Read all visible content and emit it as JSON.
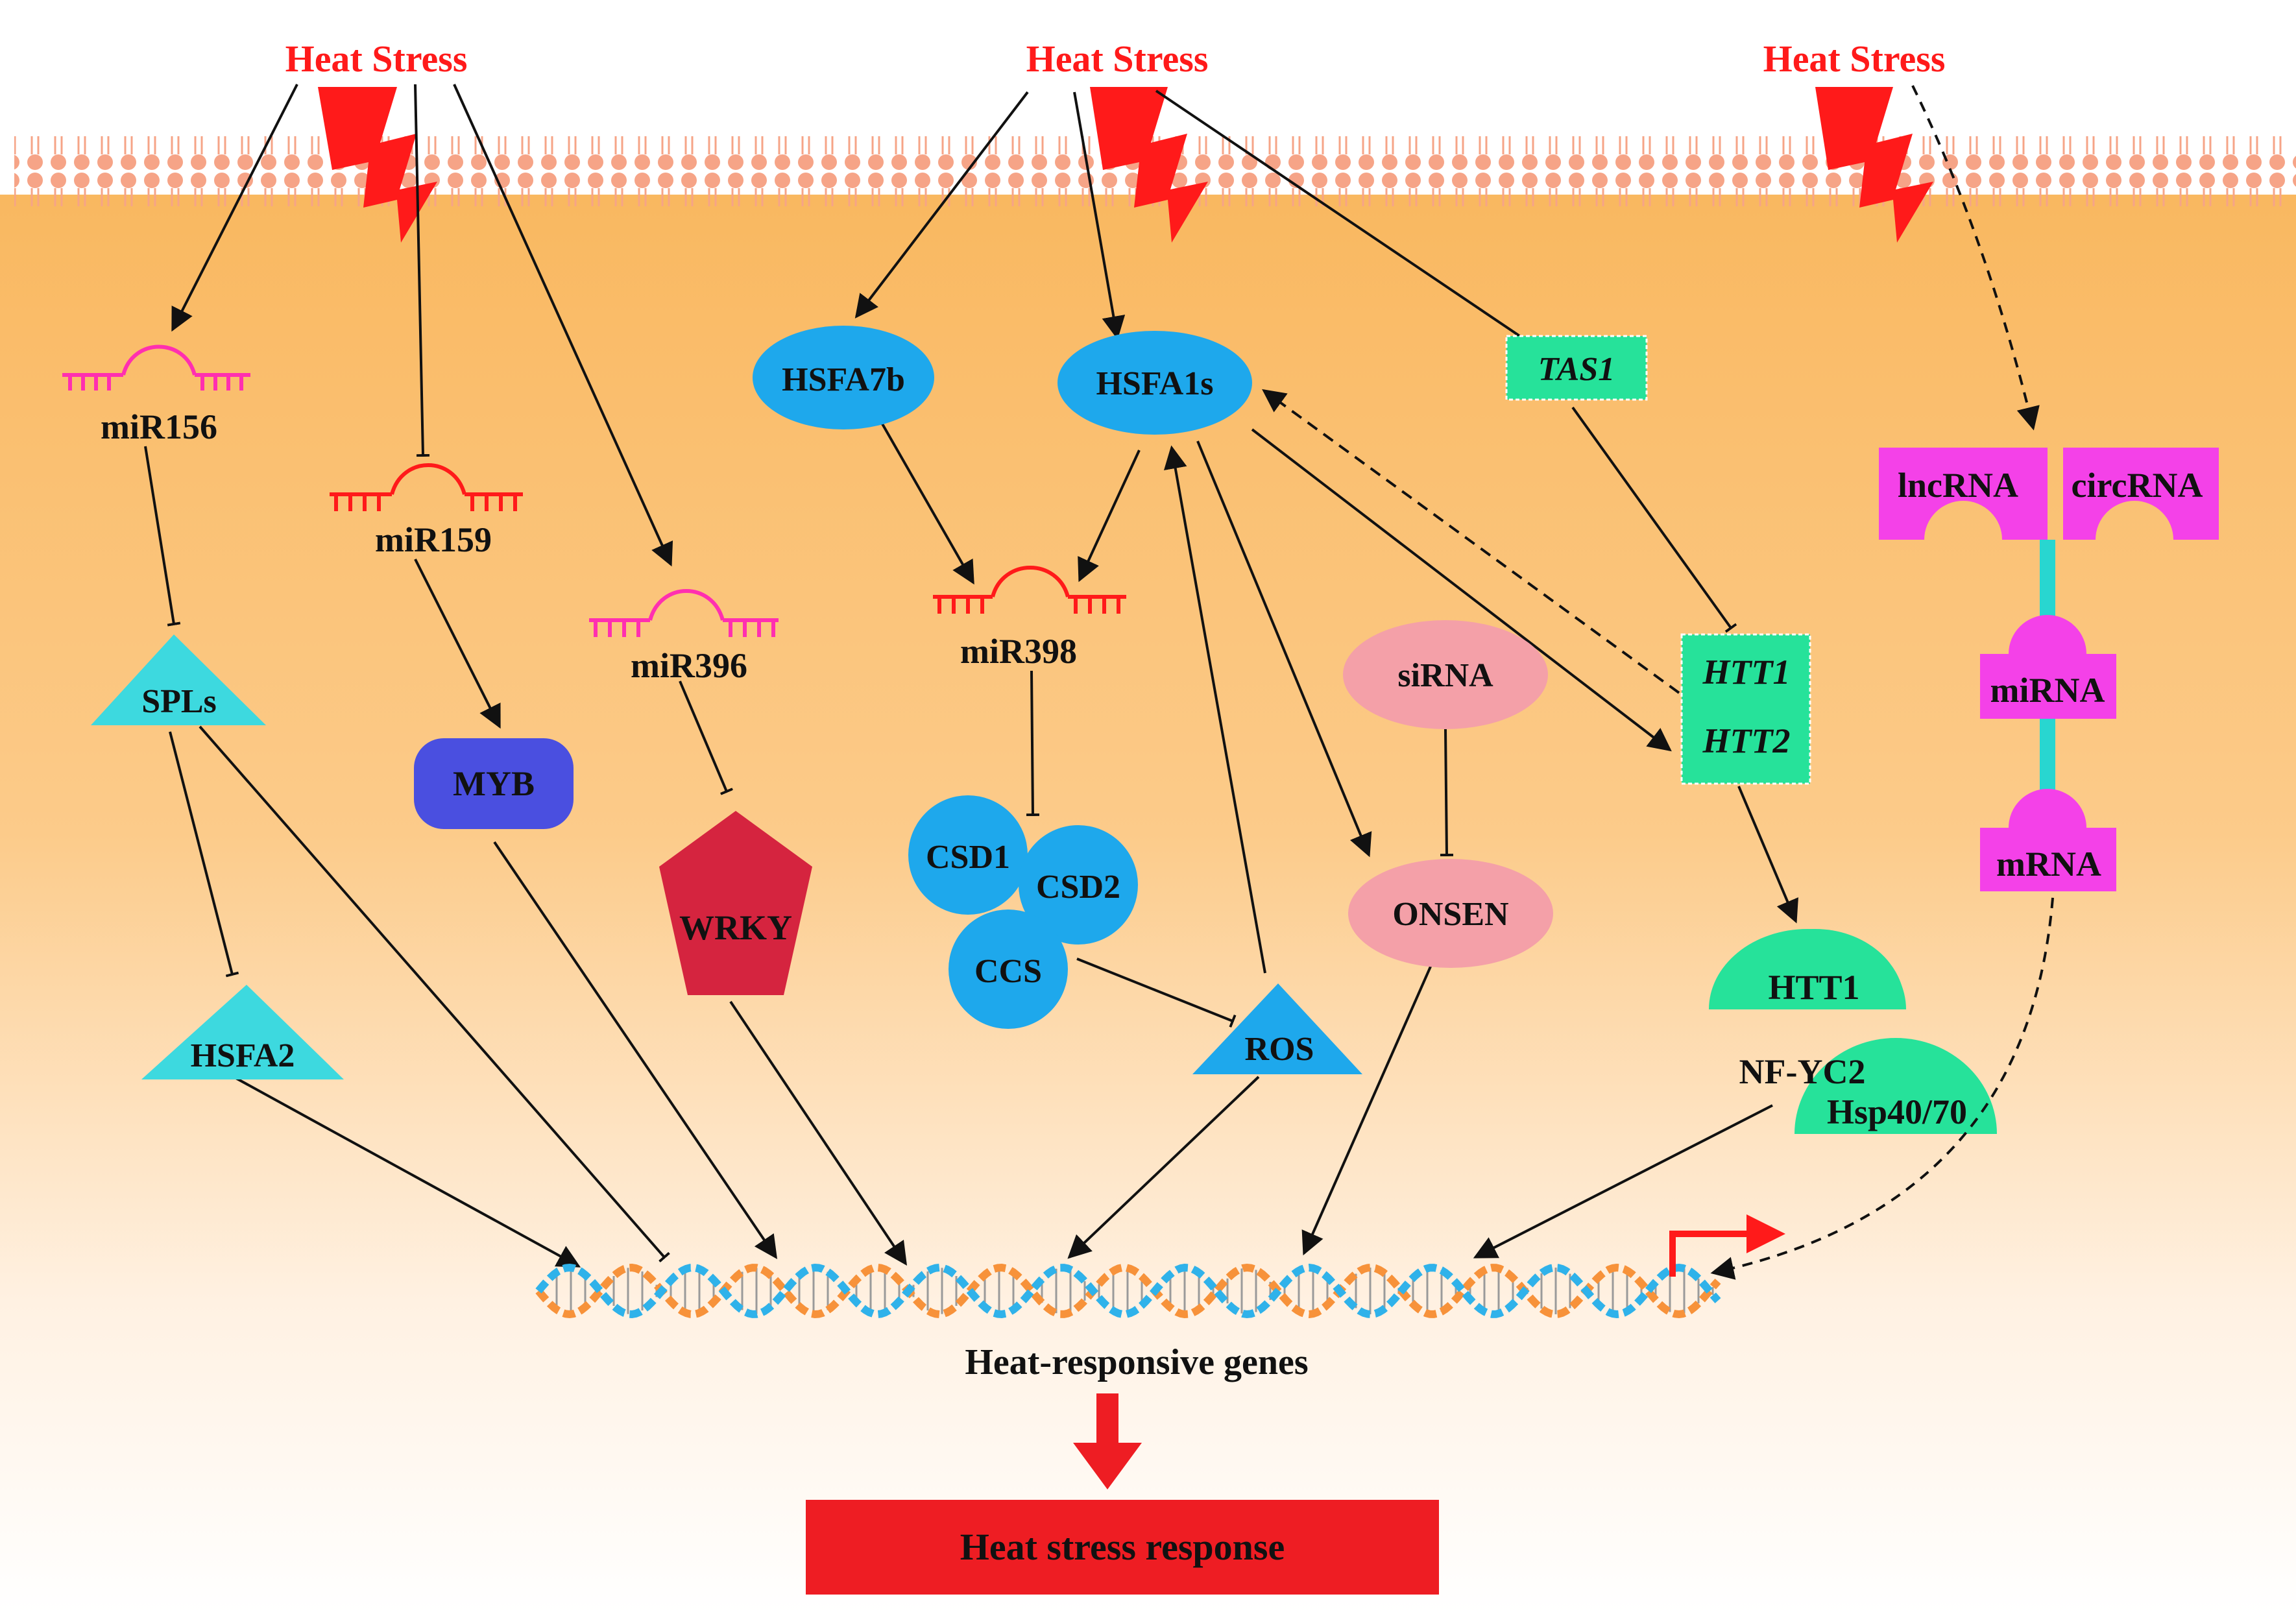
{
  "labels": {
    "heat_stress_1": "Heat Stress",
    "heat_stress_2": "Heat Stress",
    "heat_stress_3": "Heat Stress",
    "mir156": "miR156",
    "mir159": "miR159",
    "mir396": "miR396",
    "mir398": "miR398",
    "spls": "SPLs",
    "hsfa2": "HSFA2",
    "myb": "MYB",
    "wrky": "WRKY",
    "hsfa7b": "HSFA7b",
    "hsfa1s": "HSFA1s",
    "csd1": "CSD1",
    "csd2": "CSD2",
    "ccs": "CCS",
    "ros": "ROS",
    "sirna": "siRNA",
    "onsen": "ONSEN",
    "tas1": "TAS1",
    "htt1_gene": "HTT1",
    "htt2_gene": "HTT2",
    "htt1_protein": "HTT1",
    "nf_yc2": "NF-YC2",
    "hsp40_70": "Hsp40/70",
    "lncrna": "lncRNA",
    "circrna": "circRNA",
    "mirna": "miRNA",
    "mrna": "mRNA",
    "heat_responsive_genes": "Heat-responsive genes",
    "heat_stress_response": "Heat stress response"
  },
  "colors": {
    "heat_text": "#ff1a1a",
    "cytoplasm_top": "#f9bd6a",
    "membrane": "#f6a487",
    "mirna_pink": "#ff2fb0",
    "mirna_red": "#ff1a1a",
    "teal_triangle": "#3dd9df",
    "myb_blue": "#4a4fe0",
    "wrky_red": "#d5243f",
    "cyan_node": "#1ea8ec",
    "pink_node": "#f4a0a8",
    "green_node": "#26e29a",
    "magenta_node": "#f441e8",
    "response_box": "#ee1d23"
  },
  "icons": [
    "lightning-bolt-icon",
    "dna-helix-icon",
    "transcription-start-arrow-icon"
  ]
}
